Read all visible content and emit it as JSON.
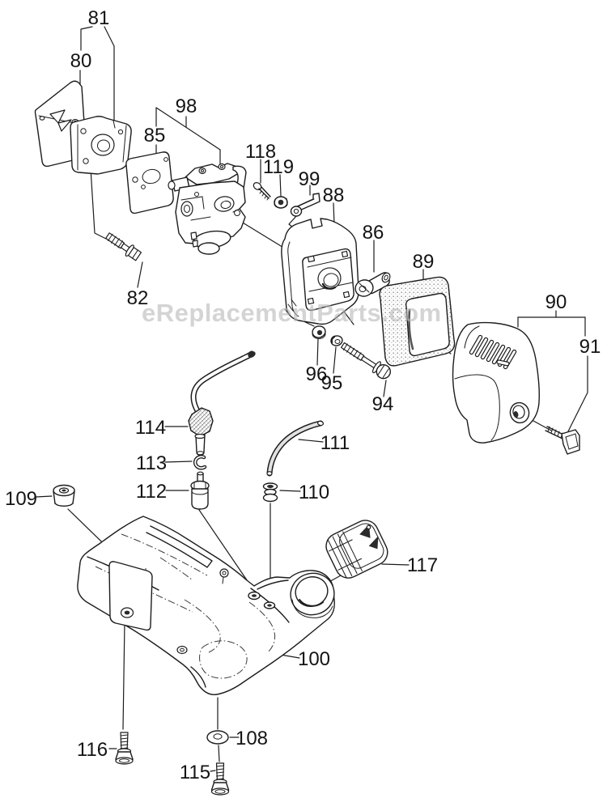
{
  "watermark": "eReplacementParts.com",
  "labels": {
    "p80": "80",
    "p81": "81",
    "p82": "82",
    "p85": "85",
    "p86": "86",
    "p88": "88",
    "p89": "89",
    "p90": "90",
    "p91": "91",
    "p94": "94",
    "p95": "95",
    "p96": "96",
    "p98": "98",
    "p99": "99",
    "p100": "100",
    "p108": "108",
    "p109": "109",
    "p110": "110",
    "p111": "111",
    "p112": "112",
    "p113": "113",
    "p114": "114",
    "p115": "115",
    "p116": "116",
    "p117": "117",
    "p118": "118",
    "p119": "119"
  }
}
